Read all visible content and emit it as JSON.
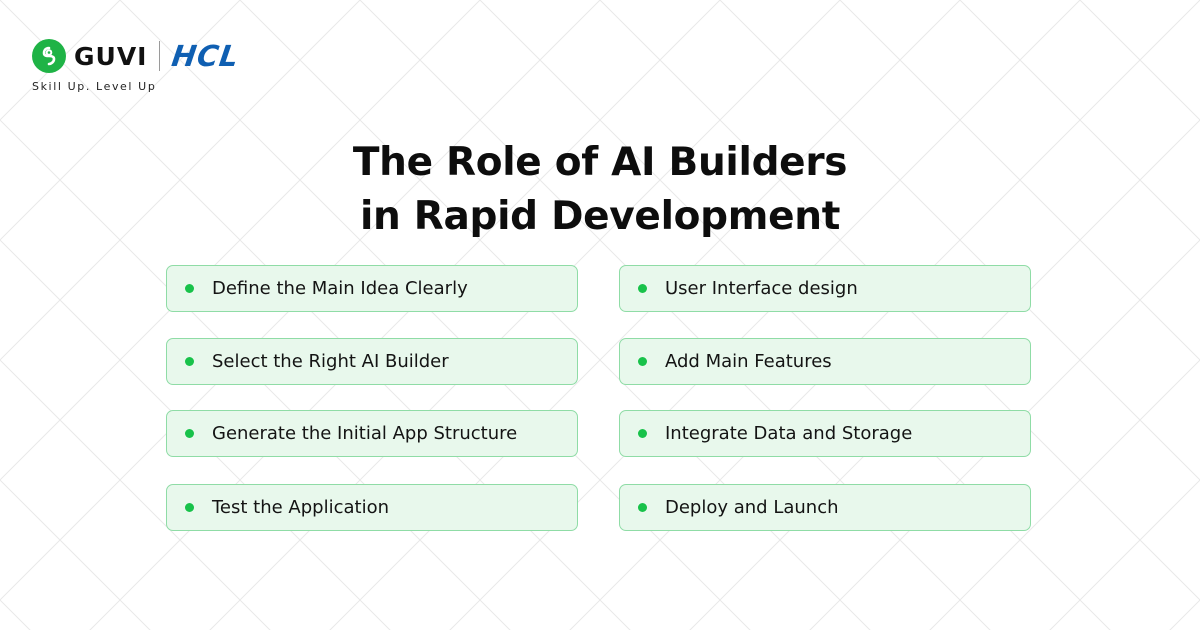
{
  "logo": {
    "guvi_text": "GUVI",
    "hcl_text": "HCL",
    "tagline": "Skill Up. Level Up"
  },
  "title": {
    "line1": "The Role of AI Builders",
    "line2": "in Rapid Development"
  },
  "steps": [
    {
      "label": "Define the Main Idea Clearly"
    },
    {
      "label": "User Interface design"
    },
    {
      "label": "Select the Right AI Builder"
    },
    {
      "label": "Add Main Features"
    },
    {
      "label": "Generate the Initial App Structure"
    },
    {
      "label": "Integrate Data and Storage"
    },
    {
      "label": "Test the Application"
    },
    {
      "label": "Deploy and Launch"
    }
  ],
  "colors": {
    "brand_green": "#1fb346",
    "hcl_blue": "#0f5fb2",
    "card_fill": "#e8f8ec",
    "card_border": "#8fdca6",
    "dot": "#18c24a"
  }
}
